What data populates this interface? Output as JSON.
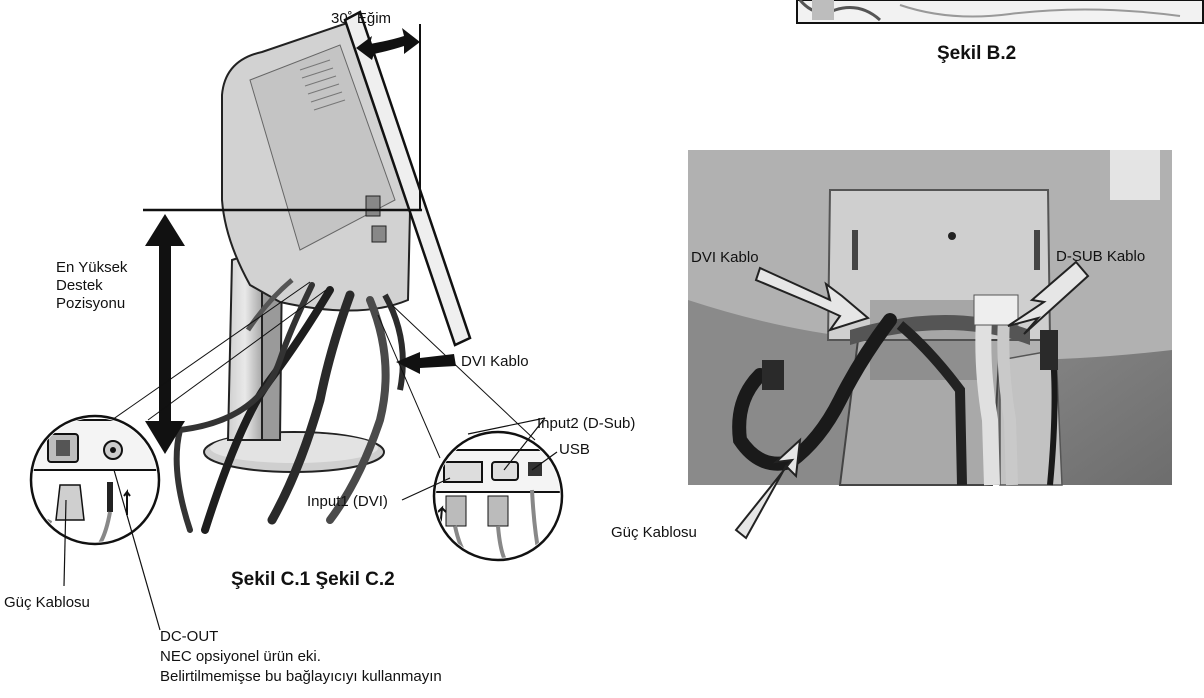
{
  "figure_b2": {
    "caption": "Şekil B.2"
  },
  "figure_c": {
    "caption": "Şekil C.1 Şekil C.2",
    "tilt_label": "30˚ Eğim",
    "height_label_lines": [
      "En Yüksek",
      "Destek",
      "Pozisyonu"
    ],
    "dvi_cable": "DVI Kablo",
    "input2": "Input2 (D-Sub)",
    "usb": "USB",
    "input1": "Input1 (DVI)",
    "power_cable": "Güç Kablosu",
    "dc_out": "DC-OUT",
    "dc_out_note_1": "NEC opsiyonel ürün eki.",
    "dc_out_note_2": "Belirtilmemişse bu bağlayıcıyı kullanmayın"
  },
  "figure_right": {
    "dvi_cable": "DVI Kablo",
    "dsub_cable": "D-SUB Kablo",
    "power_cable": "Güç Kablosu"
  },
  "colors": {
    "ink": "#111111",
    "photo_bg": "#9c9c9c",
    "photo_dark": "#3a3a3a",
    "arrow_fill": "#e6e6e6"
  }
}
